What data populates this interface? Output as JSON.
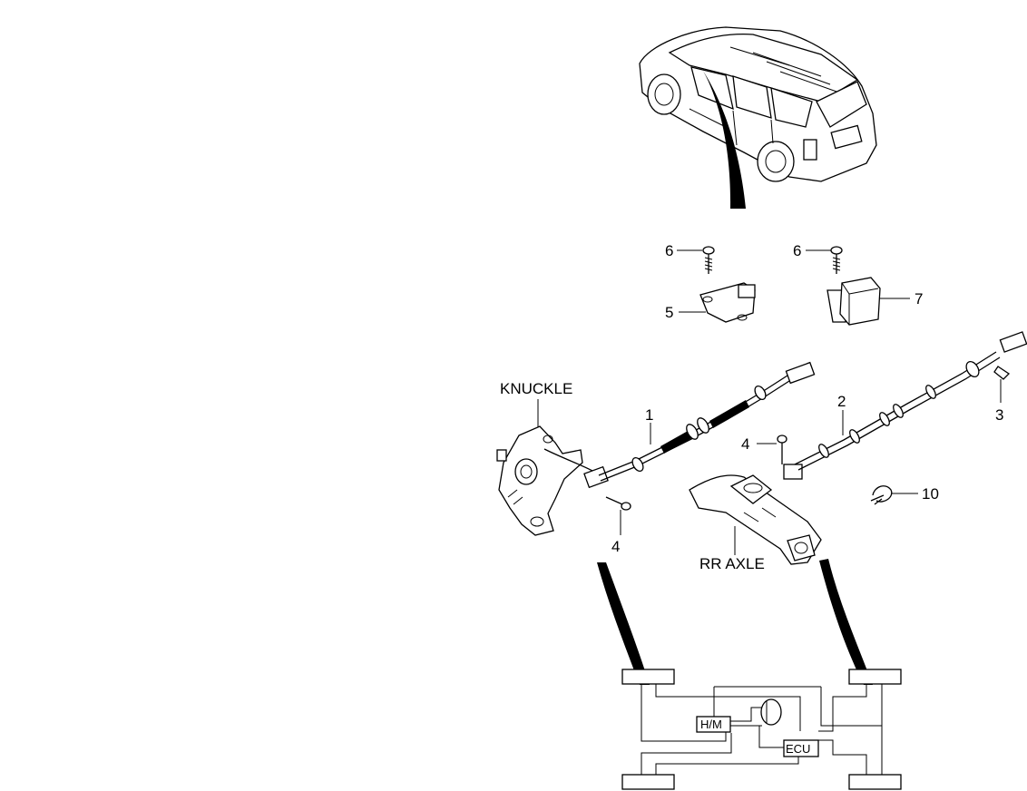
{
  "diagram": {
    "labels": {
      "knuckle": "KNUCKLE",
      "rr_axle": "RR AXLE",
      "hm": "H/M",
      "ecu": "ECU"
    },
    "callouts": {
      "c1": "1",
      "c2": "2",
      "c3": "3",
      "c4a": "4",
      "c4b": "4",
      "c5": "5",
      "c6a": "6",
      "c6b": "6",
      "c7": "7",
      "c10": "10"
    }
  }
}
